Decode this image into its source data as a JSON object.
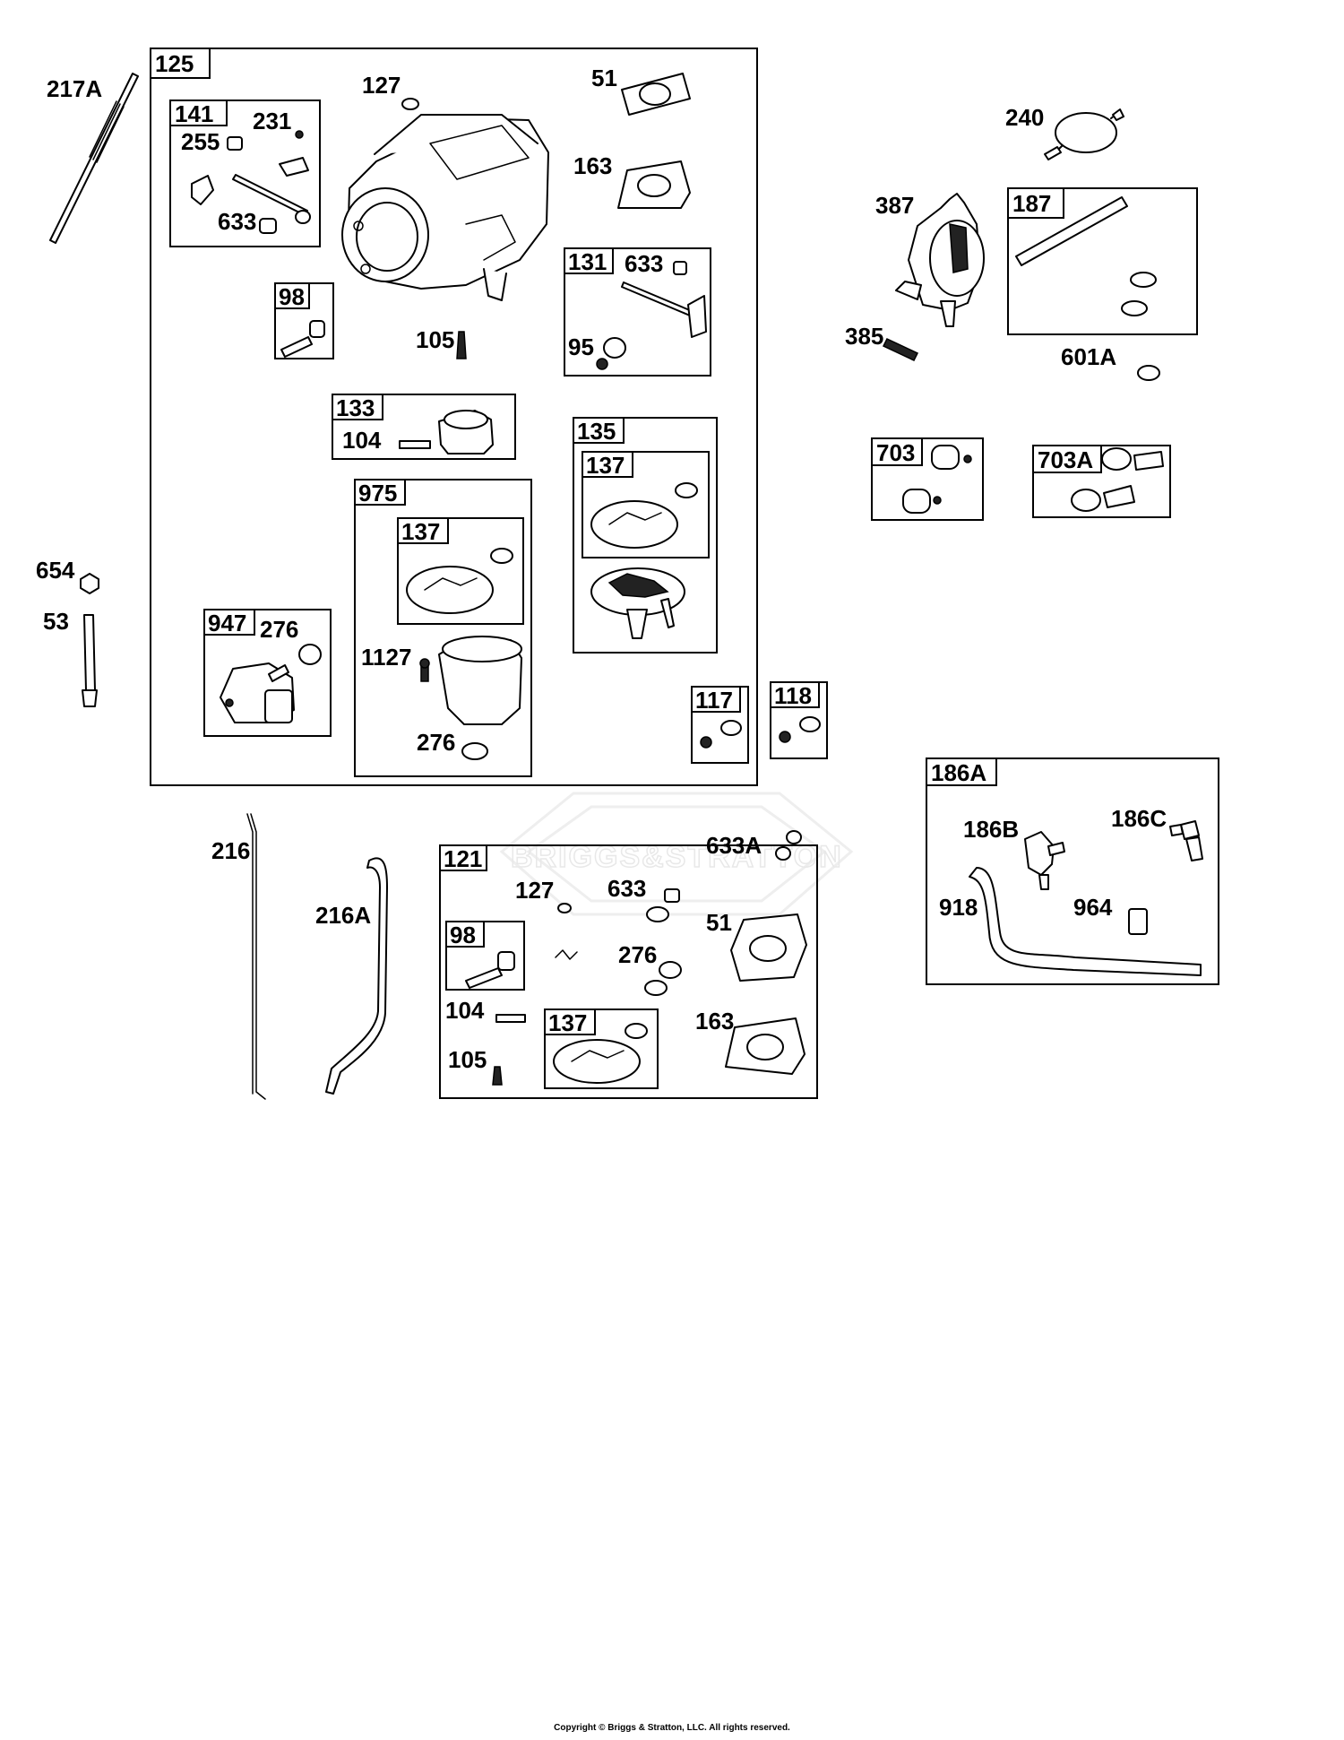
{
  "watermark": {
    "text": "BRIGGS&STRATTON"
  },
  "copyright": "Copyright © Briggs & Stratton, LLC. All rights reserved.",
  "boxes": {
    "b125": "125",
    "b141": "141",
    "b98": "98",
    "b131": "131",
    "b133": "133",
    "b135": "135",
    "b137a": "137",
    "b975": "975",
    "b137b": "137",
    "b947": "947",
    "b117": "117",
    "b118": "118",
    "b187": "187",
    "b703": "703",
    "b703A": "703A",
    "b186A": "186A",
    "b121": "121",
    "b98b": "98",
    "b137c": "137"
  },
  "labels": {
    "l217A": "217A",
    "l127": "127",
    "l51": "51",
    "l163": "163",
    "l231": "231",
    "l255": "255",
    "l633a": "633",
    "l105": "105",
    "l633b": "633",
    "l95": "95",
    "l104a": "104",
    "l654": "654",
    "l53": "53",
    "l276a": "276",
    "l1127": "1127",
    "l276b": "276",
    "l240": "240",
    "l387": "387",
    "l385": "385",
    "l601A": "601A",
    "l216": "216",
    "l216A": "216A",
    "l633A": "633A",
    "l127b": "127",
    "l633c": "633",
    "l51b": "51",
    "l276c": "276",
    "l104b": "104",
    "l105b": "105",
    "l163b": "163",
    "l186B": "186B",
    "l186C": "186C",
    "l918": "918",
    "l964": "964"
  }
}
